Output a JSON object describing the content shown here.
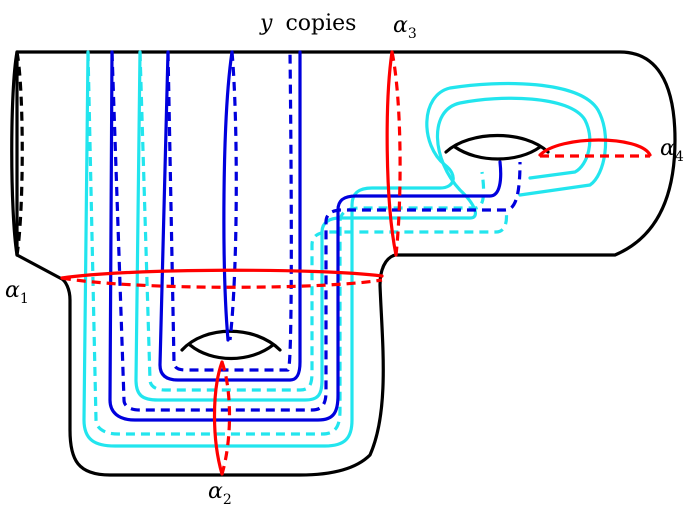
{
  "labels": {
    "top_label_var": "y",
    "top_label_text": "copies",
    "alpha1_base": "α",
    "alpha1_sub": "1",
    "alpha2_base": "α",
    "alpha2_sub": "2",
    "alpha3_base": "α",
    "alpha3_sub": "3",
    "alpha4_base": "α",
    "alpha4_sub": "4"
  },
  "colors": {
    "surface": "#000000",
    "alpha_curves": "#ff0000",
    "blue_curves": "#0000dd",
    "cyan_curves": "#22e5ee"
  }
}
